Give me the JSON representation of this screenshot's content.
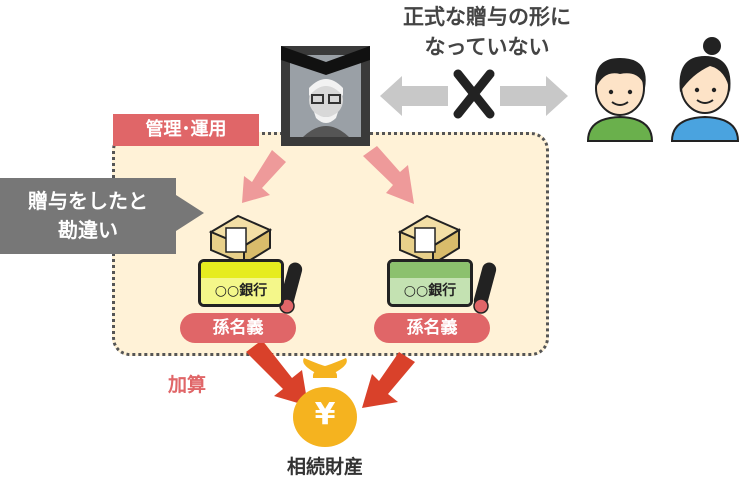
{
  "diagram": {
    "top_caption_line1": "正式な贈与の形に",
    "top_caption_line2": "なっていない",
    "management_label": "管理･運用",
    "callout_line1": "贈与をしたと",
    "callout_line2": "勘違い",
    "left_bankbook_label": "○○銀行",
    "right_bankbook_label": "○○銀行",
    "left_nominee_label": "孫名義",
    "right_nominee_label": "孫名義",
    "addition_label": "加算",
    "estate_label": "相続財産",
    "yen_symbol": "¥",
    "colors": {
      "label_red": "#e06668",
      "area_fill": "#fff2d7",
      "callout_gray": "#777777",
      "pink_arrow": "#ee9a9a",
      "dark_arrow": "#d9412a",
      "gray_arrow": "#c8c8c8",
      "money_gold": "#f5b31f",
      "left_book_band": "#e6ec1f",
      "left_book_body": "#f4f78a",
      "right_book_band": "#8cc16e",
      "right_book_body": "#c4e2b2"
    }
  }
}
